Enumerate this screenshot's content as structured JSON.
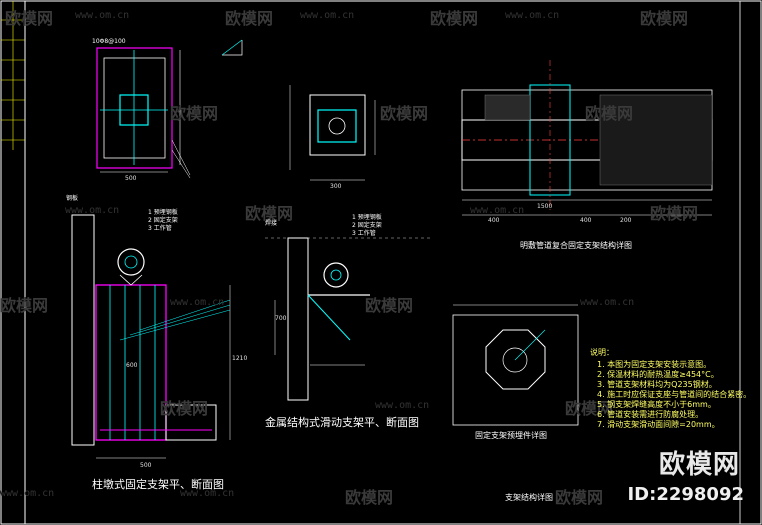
{
  "watermark": {
    "brand": "欧模网",
    "url": "www.om.cn"
  },
  "branding": {
    "logo_text": "欧模网",
    "id_text": "ID:2298092"
  },
  "captions": {
    "column_support": "柱墩式固定支架平、断面图",
    "sliding_support": "金属结构式滑动支架平、断面图",
    "fixed_pipe_detail": "明敷管道复合固定支架结构详图",
    "bracket_detail": "固定支架预埋件详图",
    "support_structure": "支架结构详图"
  },
  "notes": {
    "title": "说明：",
    "lines": [
      "1. 本图为固定支架安装示意图。",
      "2. 保温材料的耐热温度≥454°C。",
      "3. 管道支架材料均为Q235钢材。",
      "4. 施工时应保证支座与管道间的结合紧密。",
      "5. 钢支架焊缝高度不小于6mm。",
      "6. 管道安装需进行防腐处理。",
      "7. 滑动支架滑动面间隙=20mm。"
    ]
  },
  "dimensions": {
    "d500a": "500",
    "d500b": "500",
    "d600": "600",
    "d700": "700",
    "d400a": "400",
    "d400b": "400",
    "d1500": "1500",
    "d200": "200",
    "d300": "300",
    "d1210": "1210"
  },
  "labels": {
    "plate": "钢板",
    "rebar": "10Φ8@100",
    "weld": "焊接",
    "layer1": "1 预埋钢板",
    "layer2": "2 固定支架",
    "layer3": "3 工作管"
  }
}
